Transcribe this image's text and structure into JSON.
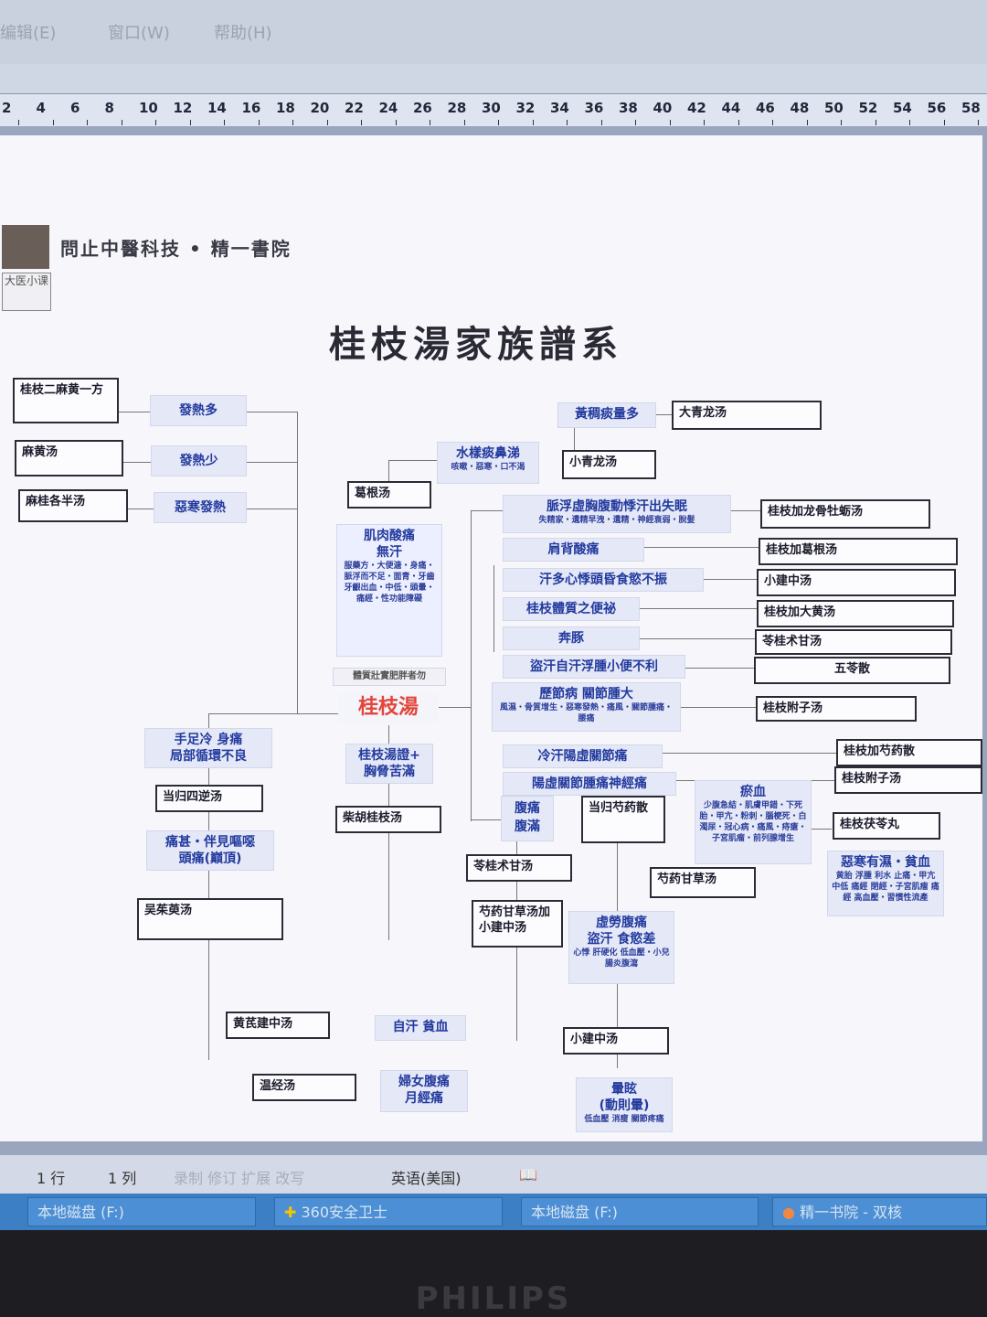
{
  "menu": {
    "items": [
      "编辑(E)",
      "窗口(W)",
      "帮助(H)"
    ]
  },
  "ruler": {
    "numbers": [
      "2",
      "4",
      "6",
      "8",
      "10",
      "12",
      "14",
      "16",
      "18",
      "20",
      "22",
      "24",
      "26",
      "28",
      "30",
      "32",
      "34",
      "36",
      "38",
      "40",
      "42",
      "44",
      "46",
      "48",
      "50",
      "52",
      "54",
      "56",
      "58"
    ]
  },
  "doc": {
    "brand": "問止中醫科技 • 精一書院",
    "badge": "大医小课",
    "title": "桂枝湯家族譜系",
    "center": "桂枝湯",
    "boxes": {
      "b1": "桂枝二麻黄一方",
      "b2": "麻黄汤",
      "b3": "麻桂各半汤",
      "b4": "葛根汤",
      "b5": "大青龙汤",
      "b6": "小青龙汤",
      "b7": "桂枝加龙骨牡蛎汤",
      "b8": "桂枝加葛根汤",
      "b9": "小建中汤",
      "b10": "桂枝加大黄汤",
      "b11": "苓桂术甘汤",
      "b12": "五苓散",
      "b13": "桂枝附子汤",
      "b14": "桂枝加芍药散",
      "b15": "桂枝附子汤",
      "b16": "桂枝茯苓丸",
      "b17": "当归四逆汤",
      "b18": "吴茱萸汤",
      "b19": "柴胡桂枝汤",
      "b20": "苓桂术甘汤",
      "b21": "当归芍药散",
      "b22": "芍药甘草汤",
      "b23": "芍药甘草汤加小建中汤",
      "b24": "黄芪建中汤",
      "b25": "温经汤",
      "b26": "小建中汤"
    },
    "labels": {
      "l1": "發熱多",
      "l2": "發熱少",
      "l3": "惡寒發熱",
      "l4": "水樣痰鼻涕",
      "l4s": "咳嗽・惡寒・口不渴",
      "l5": "黃稠痰量多",
      "l6": "肌肉酸痛",
      "l6b": "無汗",
      "l6s": "服藥方・大便溏・身痛・脈浮而不足・面青・牙齒牙齦出血・中低・頭暈・痛經・性功能障礙",
      "l7": "體質壯實肥胖者勿",
      "l8": "脈浮虛胸腹動悸汗出失眠",
      "l8s": "失精家・遺精早洩・遺精・神經衰弱・脫髮",
      "l9": "肩背酸痛",
      "l10": "汗多心悸頭昏食慾不振",
      "l11": "桂枝體質之便祕",
      "l12": "奔豚",
      "l13": "盜汗自汗浮腫小便不利",
      "l14": "歷節病 關節腫大",
      "l14s": "風濕・骨質增生・惡寒發熱・痛風・關節腫痛・腰痛",
      "l15": "冷汗陽虛關節痛",
      "l16": "陽虛關節腫痛神經痛",
      "l17a": "腹痛",
      "l17b": "腹滿",
      "l18": "瘀血",
      "l18s": "少腹急結・肌膚甲錯・下死胎・甲亢・粉刺・腦梗死・白濁尿・冠心病・痛風・痔瘡・子宮肌瘤・前列腺增生",
      "l19": "惡寒有濕・貧血",
      "l19s": "黄胎 浮腫 利水 止痛・甲亢 中低 痛經 閉經・子宮肌瘤 痛經 高血壓・習慣性流產",
      "l20": "手足冷 身痛",
      "l20b": "局部循環不良",
      "l21": "痛甚・伴見嘔噁",
      "l21b": "頭痛(巔頂)",
      "l22": "桂枝湯證+",
      "l22b": "胸脅苦滿",
      "l23": "虛勞腹痛",
      "l23b": "盜汗 食慾差",
      "l23s": "心悸 肝硬化 低血壓・小兒腸炎腹瀉",
      "l24": "自汗 貧血",
      "l25": "婦女腹痛",
      "l25b": "月經痛",
      "l26": "暈眩",
      "l26b": "(動則暈)",
      "l26s": "低血壓 消瘦 關節疼痛"
    }
  },
  "status": {
    "line": "1 行",
    "col": "1 列",
    "dim": "录制  修订  扩展  改写",
    "lang": "英语(美国)"
  },
  "taskbar": {
    "t1": "本地磁盘 (F:)",
    "t2": "360安全卫士",
    "t3": "本地磁盘 (F:)",
    "t4": "精一书院 - 双核"
  },
  "monitor": {
    "brand": "PHILIPS"
  }
}
